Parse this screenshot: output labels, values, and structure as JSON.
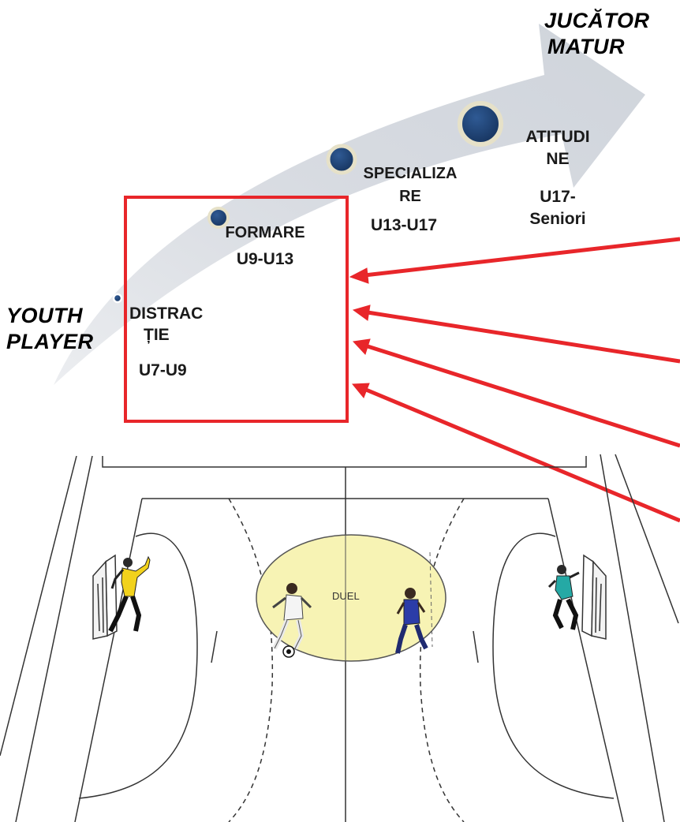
{
  "endpoints": {
    "youth_line1": "YOUTH",
    "youth_line2": "PLAYER",
    "mature_line1": "JUCĂTOR",
    "mature_line2": "MATUR"
  },
  "stages": [
    {
      "name_line1": "DISTRAC",
      "name_line2": "ȚIE",
      "age": "U7-U9"
    },
    {
      "name_line1": "FORMARE",
      "name_line2": "",
      "age": "U9-U13"
    },
    {
      "name_line1": "SPECIALIZA",
      "name_line2": "RE",
      "age": "U13-U17"
    },
    {
      "name_line1": "ATITUDI",
      "name_line2": "NE",
      "age_line1": "U17-",
      "age_line2": "Seniori"
    }
  ],
  "court": {
    "zone_label": "DUEL"
  },
  "colors": {
    "arrow_fill": "#d3d7de",
    "dot": "#1f3f6f",
    "highlight_box": "#e8262a",
    "duel_zone": "#f7f3b4",
    "court_lines": "#333333"
  }
}
